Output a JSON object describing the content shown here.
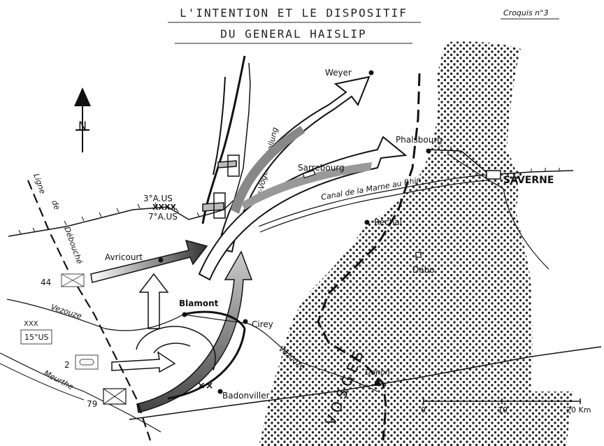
{
  "title": {
    "line1": "L'INTENTION ET LE DISPOSITIF",
    "line2": "DU GENERAL HAISLIP",
    "sketch_label": "Croquis n°3"
  },
  "north": {
    "letter": "N"
  },
  "places": {
    "weyer": "Weyer",
    "phalsbourg": "Phalsbourg",
    "sarrebourg": "Sarrebourg",
    "saverne": "SAVERNE",
    "rechal": "Rechal",
    "dabo": "Dabo",
    "avricourt": "Avricourt",
    "blamont": "Blamont",
    "cirey": "Cirey",
    "badonviller": "Badonviller",
    "donon": "Donon"
  },
  "features": {
    "vor_vogesen": "Vor-Vogesenstellung",
    "canal": "Canal de la Marne au Rhin",
    "vosges": "VOSGES",
    "ligne_debouche_1": "Ligne",
    "ligne_debouche_2": "de",
    "ligne_debouche_3": "Débouché",
    "vezouze_w": "Vezouze",
    "vezouze_e": "Vezouze",
    "meurthe": "Meurthe"
  },
  "units": {
    "army3": "3°A.US",
    "army_sym": "XXXX",
    "army7": "7°A.US",
    "div44": "44",
    "corps15": "15°US",
    "corps_sym": "XXX",
    "div2": "2",
    "div79": "79",
    "enemy_xx": "××"
  },
  "scale": {
    "zero": "0",
    "ten": "10",
    "twenty": "20 Km"
  }
}
